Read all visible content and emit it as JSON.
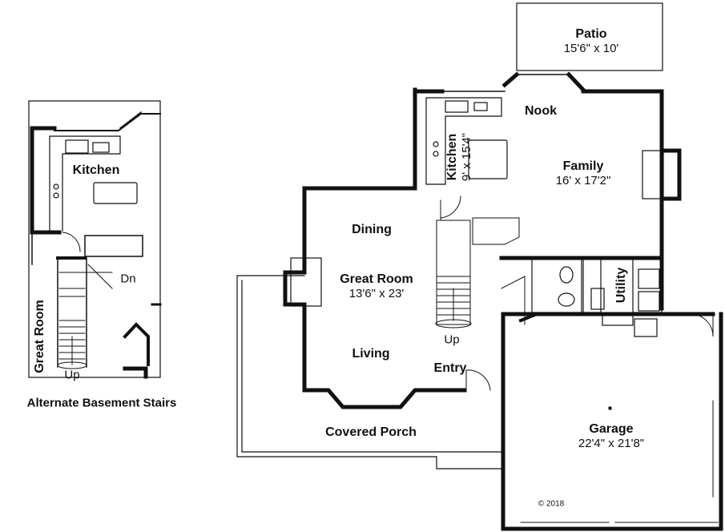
{
  "main_plan": {
    "rooms": {
      "patio": {
        "name": "Patio",
        "dims": "15'6\" x 10'"
      },
      "nook": {
        "name": "Nook"
      },
      "kitchen": {
        "name": "Kitchen",
        "dims": "9' x 15'4\""
      },
      "family": {
        "name": "Family",
        "dims": "16' x 17'2\""
      },
      "dining": {
        "name": "Dining"
      },
      "great_room": {
        "name": "Great Room",
        "dims": "13'6\" x 23'"
      },
      "living": {
        "name": "Living"
      },
      "entry": {
        "name": "Entry"
      },
      "utility": {
        "name": "Utility"
      },
      "covered_porch": {
        "name": "Covered Porch"
      },
      "garage": {
        "name": "Garage",
        "dims": "22'4\" x 21'8\""
      }
    },
    "stairs_label": "Up",
    "copyright": "© 2018"
  },
  "alternate_plan": {
    "caption": "Alternate Basement Stairs",
    "kitchen": "Kitchen",
    "great_room": "Great Room",
    "down_label": "Dn",
    "up_label": "Up"
  }
}
